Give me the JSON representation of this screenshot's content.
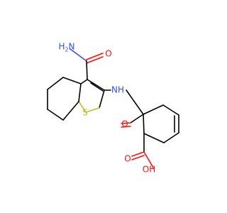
{
  "molecule": {
    "atoms": {
      "h2n": {
        "main": "H",
        "sub": "2",
        "tail": "N",
        "color": "#3050f8"
      },
      "o_top": {
        "label": "O",
        "color": "#ff0d0d"
      },
      "nh": {
        "label": "NH",
        "color": "#3050f8"
      },
      "s": {
        "label": "S",
        "color": "#c6b92a"
      },
      "o_mid": {
        "label": "O",
        "color": "#ff0d0d"
      },
      "o_acid": {
        "label": "O",
        "color": "#ff0d0d"
      },
      "oh": {
        "label": "OH",
        "color": "#ff0d0d"
      }
    }
  }
}
